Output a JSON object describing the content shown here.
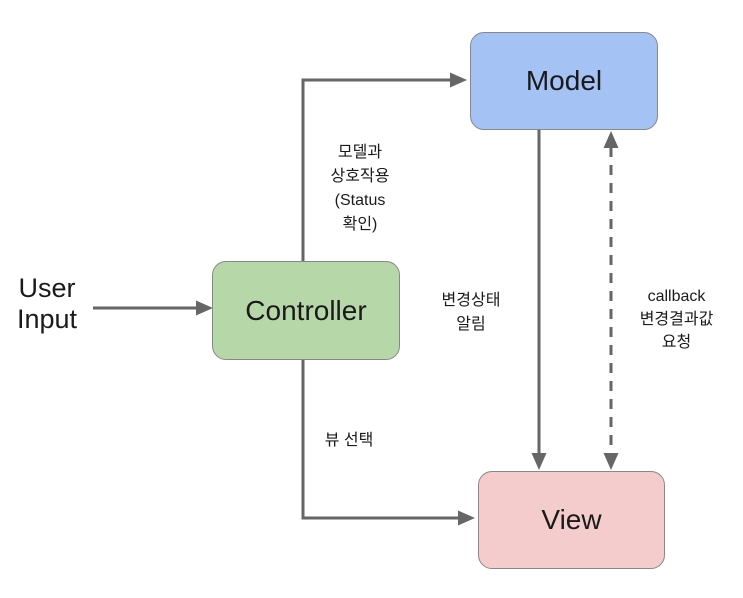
{
  "colors": {
    "background": "#ffffff",
    "line": "#666666",
    "text": "#1a1a1a",
    "node-border": "#888888",
    "model-fill": "#a4c2f4",
    "controller-fill": "#b6d7a8",
    "view-fill": "#f4cccc"
  },
  "nodes": {
    "model": {
      "label": "Model"
    },
    "controller": {
      "label": "Controller"
    },
    "view": {
      "label": "View"
    }
  },
  "labels": {
    "user_input": {
      "lines": [
        "User",
        "Input"
      ]
    },
    "controller_model": {
      "lines": [
        "모델과",
        "상호작용",
        "(Status",
        "확인)"
      ]
    },
    "model_view": {
      "lines": [
        "변경상태",
        "알림"
      ]
    },
    "callback": {
      "lines": [
        "callback",
        "변경결과값",
        "요청"
      ]
    },
    "view_select": {
      "lines": [
        "뷰 선택"
      ]
    }
  },
  "edges": [
    {
      "from": "User Input",
      "to": "Controller",
      "style": "solid-arrow",
      "label": ""
    },
    {
      "from": "Controller",
      "to": "Model",
      "style": "solid-arrow",
      "label": "모델과 상호작용 (Status 확인)"
    },
    {
      "from": "Controller",
      "to": "View",
      "style": "solid-arrow",
      "label": "뷰 선택"
    },
    {
      "from": "Model",
      "to": "View",
      "style": "solid-arrow",
      "label": "변경상태 알림"
    },
    {
      "from": "Model",
      "to": "View",
      "style": "dashed-double-arrow",
      "label": "callback 변경결과값 요청"
    }
  ]
}
